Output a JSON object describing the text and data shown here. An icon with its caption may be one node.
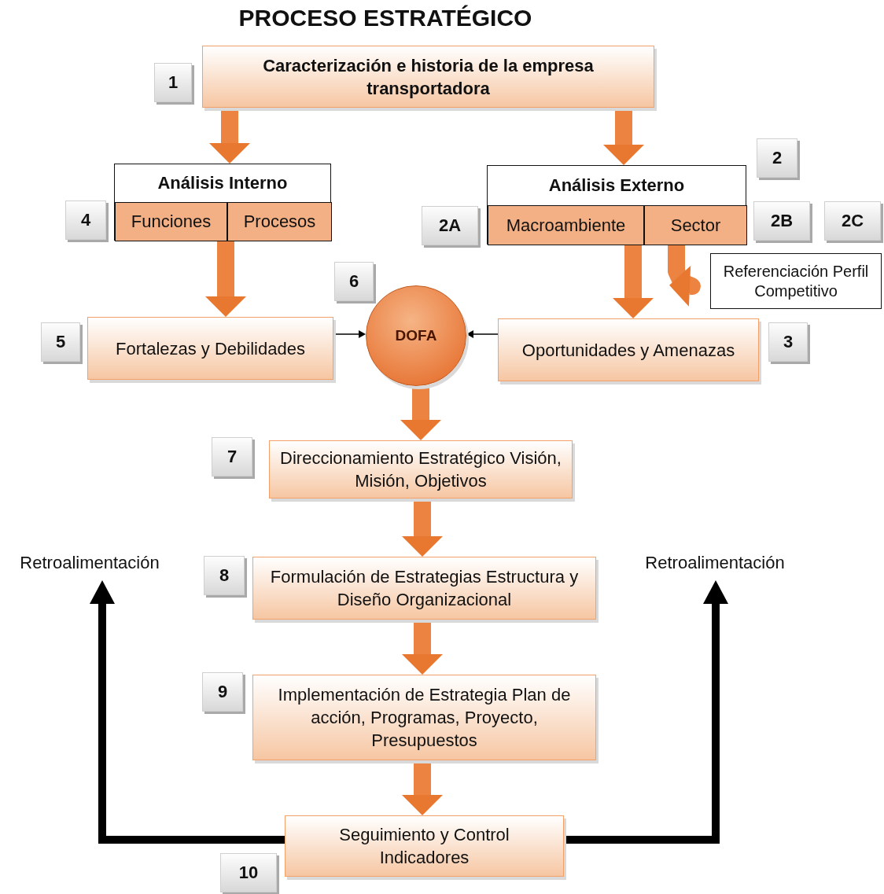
{
  "diagram": {
    "title": "PROCESO ESTRATÉGICO",
    "nodes": [
      {
        "text": [
          "Caracterización e historia de la empresa transportadora"
        ]
      },
      {
        "text": [
          "Análisis Interno"
        ]
      },
      {
        "text": [
          "Funciones"
        ],
        "in": 1
      },
      {
        "text": [
          "Procesos"
        ],
        "in": 1
      },
      {
        "text": [
          "Análisis Externo"
        ]
      },
      {
        "text": [
          "Macroambiente"
        ],
        "in": 4
      },
      {
        "text": [
          "Sector"
        ],
        "in": 4
      },
      {
        "text": [
          "Referenciación Perfil Competitivo"
        ]
      },
      {
        "text": [
          "Fortalezas y Debilidades"
        ]
      },
      {
        "text": [
          "DOFA"
        ]
      },
      {
        "text": [
          "Oportunidades y Amenazas"
        ]
      },
      {
        "text": [
          "Direccionamiento Estratégico Visión, Misión, Objetivos"
        ]
      },
      {
        "text": [
          "Formulación de Estrategias Estructura y Diseño Organizacional"
        ]
      },
      {
        "text": [
          "Implementación de Estrategia Plan de acción, Programas, Proyecto, Presupuestos"
        ]
      },
      {
        "text": [
          "Seguimiento y Control Indicadores"
        ]
      },
      {
        "text": [
          "Retroalimentación"
        ]
      },
      {
        "text": [
          "Retroalimentación"
        ]
      },
      {
        "text": [
          "1"
        ]
      },
      {
        "text": [
          "2"
        ]
      },
      {
        "text": [
          "4"
        ]
      },
      {
        "text": [
          "2A"
        ]
      },
      {
        "text": [
          "2B"
        ]
      },
      {
        "text": [
          "2C"
        ]
      },
      {
        "text": [
          "6"
        ]
      },
      {
        "text": [
          "5"
        ]
      },
      {
        "text": [
          "3"
        ]
      },
      {
        "text": [
          "7"
        ]
      },
      {
        "text": [
          "8"
        ]
      },
      {
        "text": [
          "9"
        ]
      },
      {
        "text": [
          "10"
        ]
      }
    ],
    "edges": [
      {
        "from": 0,
        "to": 1,
        "arrow": "to"
      },
      {
        "from": 0,
        "to": 4,
        "arrow": "to"
      },
      {
        "from": 1,
        "to": 8,
        "arrow": "to"
      },
      {
        "from": 5,
        "to": 10,
        "arrow": "to"
      },
      {
        "from": 6,
        "to": 7,
        "arrow": "to"
      },
      {
        "from": 8,
        "to": 9,
        "arrow": "to",
        "color": "#000000"
      },
      {
        "from": 10,
        "to": 9,
        "arrow": "to",
        "color": "#000000"
      },
      {
        "from": 9,
        "to": 11,
        "arrow": "to"
      },
      {
        "from": 11,
        "to": 12,
        "arrow": "to"
      },
      {
        "from": 12,
        "to": 13,
        "arrow": "to"
      },
      {
        "from": 13,
        "to": 14,
        "arrow": "to"
      },
      {
        "from": 14,
        "to": 15,
        "arrow": "to",
        "color": "#000000"
      },
      {
        "from": 14,
        "to": 16,
        "arrow": "to",
        "color": "#000000"
      }
    ]
  }
}
